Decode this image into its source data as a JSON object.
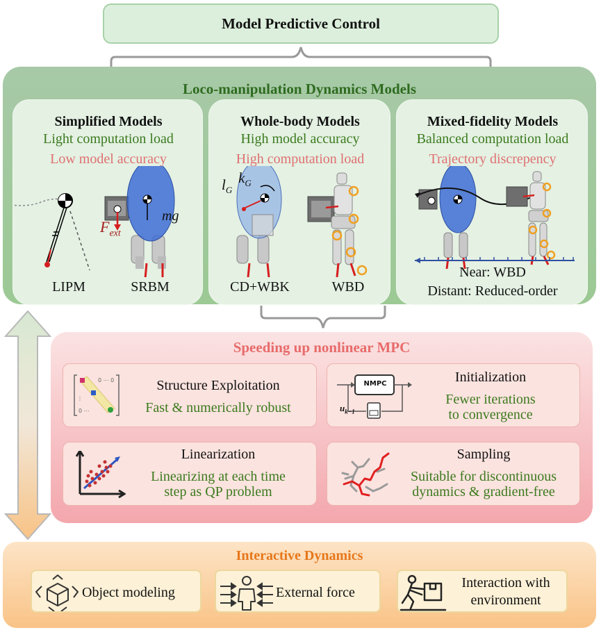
{
  "mpc": {
    "title": "Model Predictive Control"
  },
  "loco": {
    "title": "Loco-manipulation Dynamics Models",
    "simplified": {
      "title": "Simplified Models",
      "pro": "Light computation load",
      "con": "Low model accuracy",
      "labels": [
        "LIPM",
        "SRBM"
      ],
      "force_label": "F",
      "force_sub": "ext",
      "mg_label": "mg"
    },
    "wholebody": {
      "title": "Whole-body Models",
      "pro": "High model accuracy",
      "con": "High computation load",
      "labels": [
        "CD+WBK",
        "WBD"
      ],
      "l_label": "l",
      "l_sub": "G",
      "k_label": "k",
      "k_sub": "G"
    },
    "mixed": {
      "title": "Mixed-fidelity Models",
      "pro": "Balanced computation load",
      "con": "Trajectory discrepency",
      "near": "Near: WBD",
      "distant": "Distant: Reduced-order"
    }
  },
  "speed": {
    "title": "Speeding up nonlinear MPC",
    "cards": [
      {
        "title": "Structure Exploitation",
        "desc": [
          "Fast & numerically robust"
        ]
      },
      {
        "title": "Initialization",
        "desc": [
          "Fewer iterations",
          "to convergence"
        ],
        "nmpc": "NMPC",
        "uk": "u",
        "uk_sub": "k−1"
      },
      {
        "title": "Linearization",
        "desc": [
          "Linearizing at each time",
          "step as QP problem"
        ]
      },
      {
        "title": "Sampling",
        "desc": [
          "Suitable for discontinuous",
          "dynamics & gradient-free"
        ]
      }
    ]
  },
  "interactive": {
    "title": "Interactive Dynamics",
    "items": [
      {
        "label": [
          "Object modeling"
        ]
      },
      {
        "label": [
          "External force"
        ]
      },
      {
        "label": [
          "Interaction with",
          "environment"
        ]
      }
    ]
  },
  "colors": {
    "green_text": "#3c7a1e",
    "red_text": "#e07070",
    "title_green": "#2e6b1f",
    "title_red": "#e86b6b",
    "title_orange": "#e6771b",
    "robot_blue": "#3f6fd6"
  },
  "icons": [
    "matrix-icon",
    "nmpc-loop-icon",
    "scatter-icon",
    "sampling-tree-icon",
    "cube-icon",
    "person-force-icon",
    "push-box-icon"
  ]
}
